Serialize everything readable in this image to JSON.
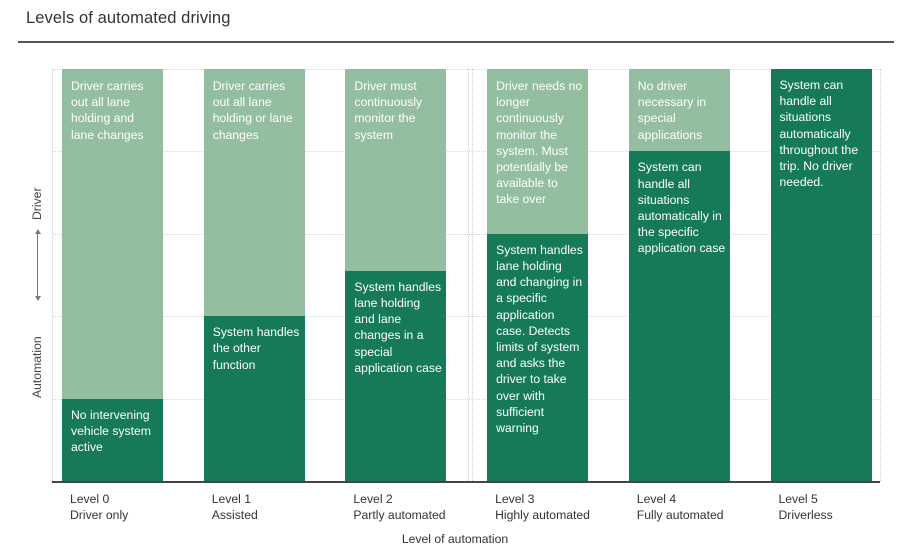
{
  "title": "Levels of automated driving",
  "chart_data": {
    "type": "bar",
    "stacked": true,
    "title": "Levels of automated driving",
    "xlabel": "Level of automation",
    "ylabel_top": "Driver",
    "ylabel_bottom": "Automation",
    "ylim": [
      0,
      100
    ],
    "grid": true,
    "categories": [
      {
        "level": "Level 0",
        "name": "Driver only"
      },
      {
        "level": "Level 1",
        "name": "Assisted"
      },
      {
        "level": "Level 2",
        "name": "Partly automated"
      },
      {
        "level": "Level 3",
        "name": "Highly automated"
      },
      {
        "level": "Level 4",
        "name": "Fully automated"
      },
      {
        "level": "Level 5",
        "name": "Driverless"
      }
    ],
    "series": [
      {
        "role": "system",
        "color": "#157a55",
        "values": [
          20,
          40,
          51,
          60,
          80,
          100
        ],
        "texts": [
          "No intervening vehicle system active",
          "System handles the other function",
          "System handles lane holding and lane changes in a special application case",
          "System handles lane holding and changing in a specific application case. Detects limits of system and asks the driver to take over with sufficient warning",
          "System can handle all situations automatically in the specific application case",
          "System can handle all situations automatically throughout the trip. No driver needed."
        ]
      },
      {
        "role": "driver",
        "color": "#94bea0",
        "values": [
          80,
          60,
          49,
          40,
          20,
          0
        ],
        "texts": [
          "Driver carries out all lane holding and lane changes",
          "Driver carries out all lane holding or lane changes",
          "Driver must continuously monitor the system",
          "Driver needs no longer continuously monitor the system. Must potentially be available to take over",
          "No driver necessary in special applications",
          ""
        ]
      }
    ]
  }
}
